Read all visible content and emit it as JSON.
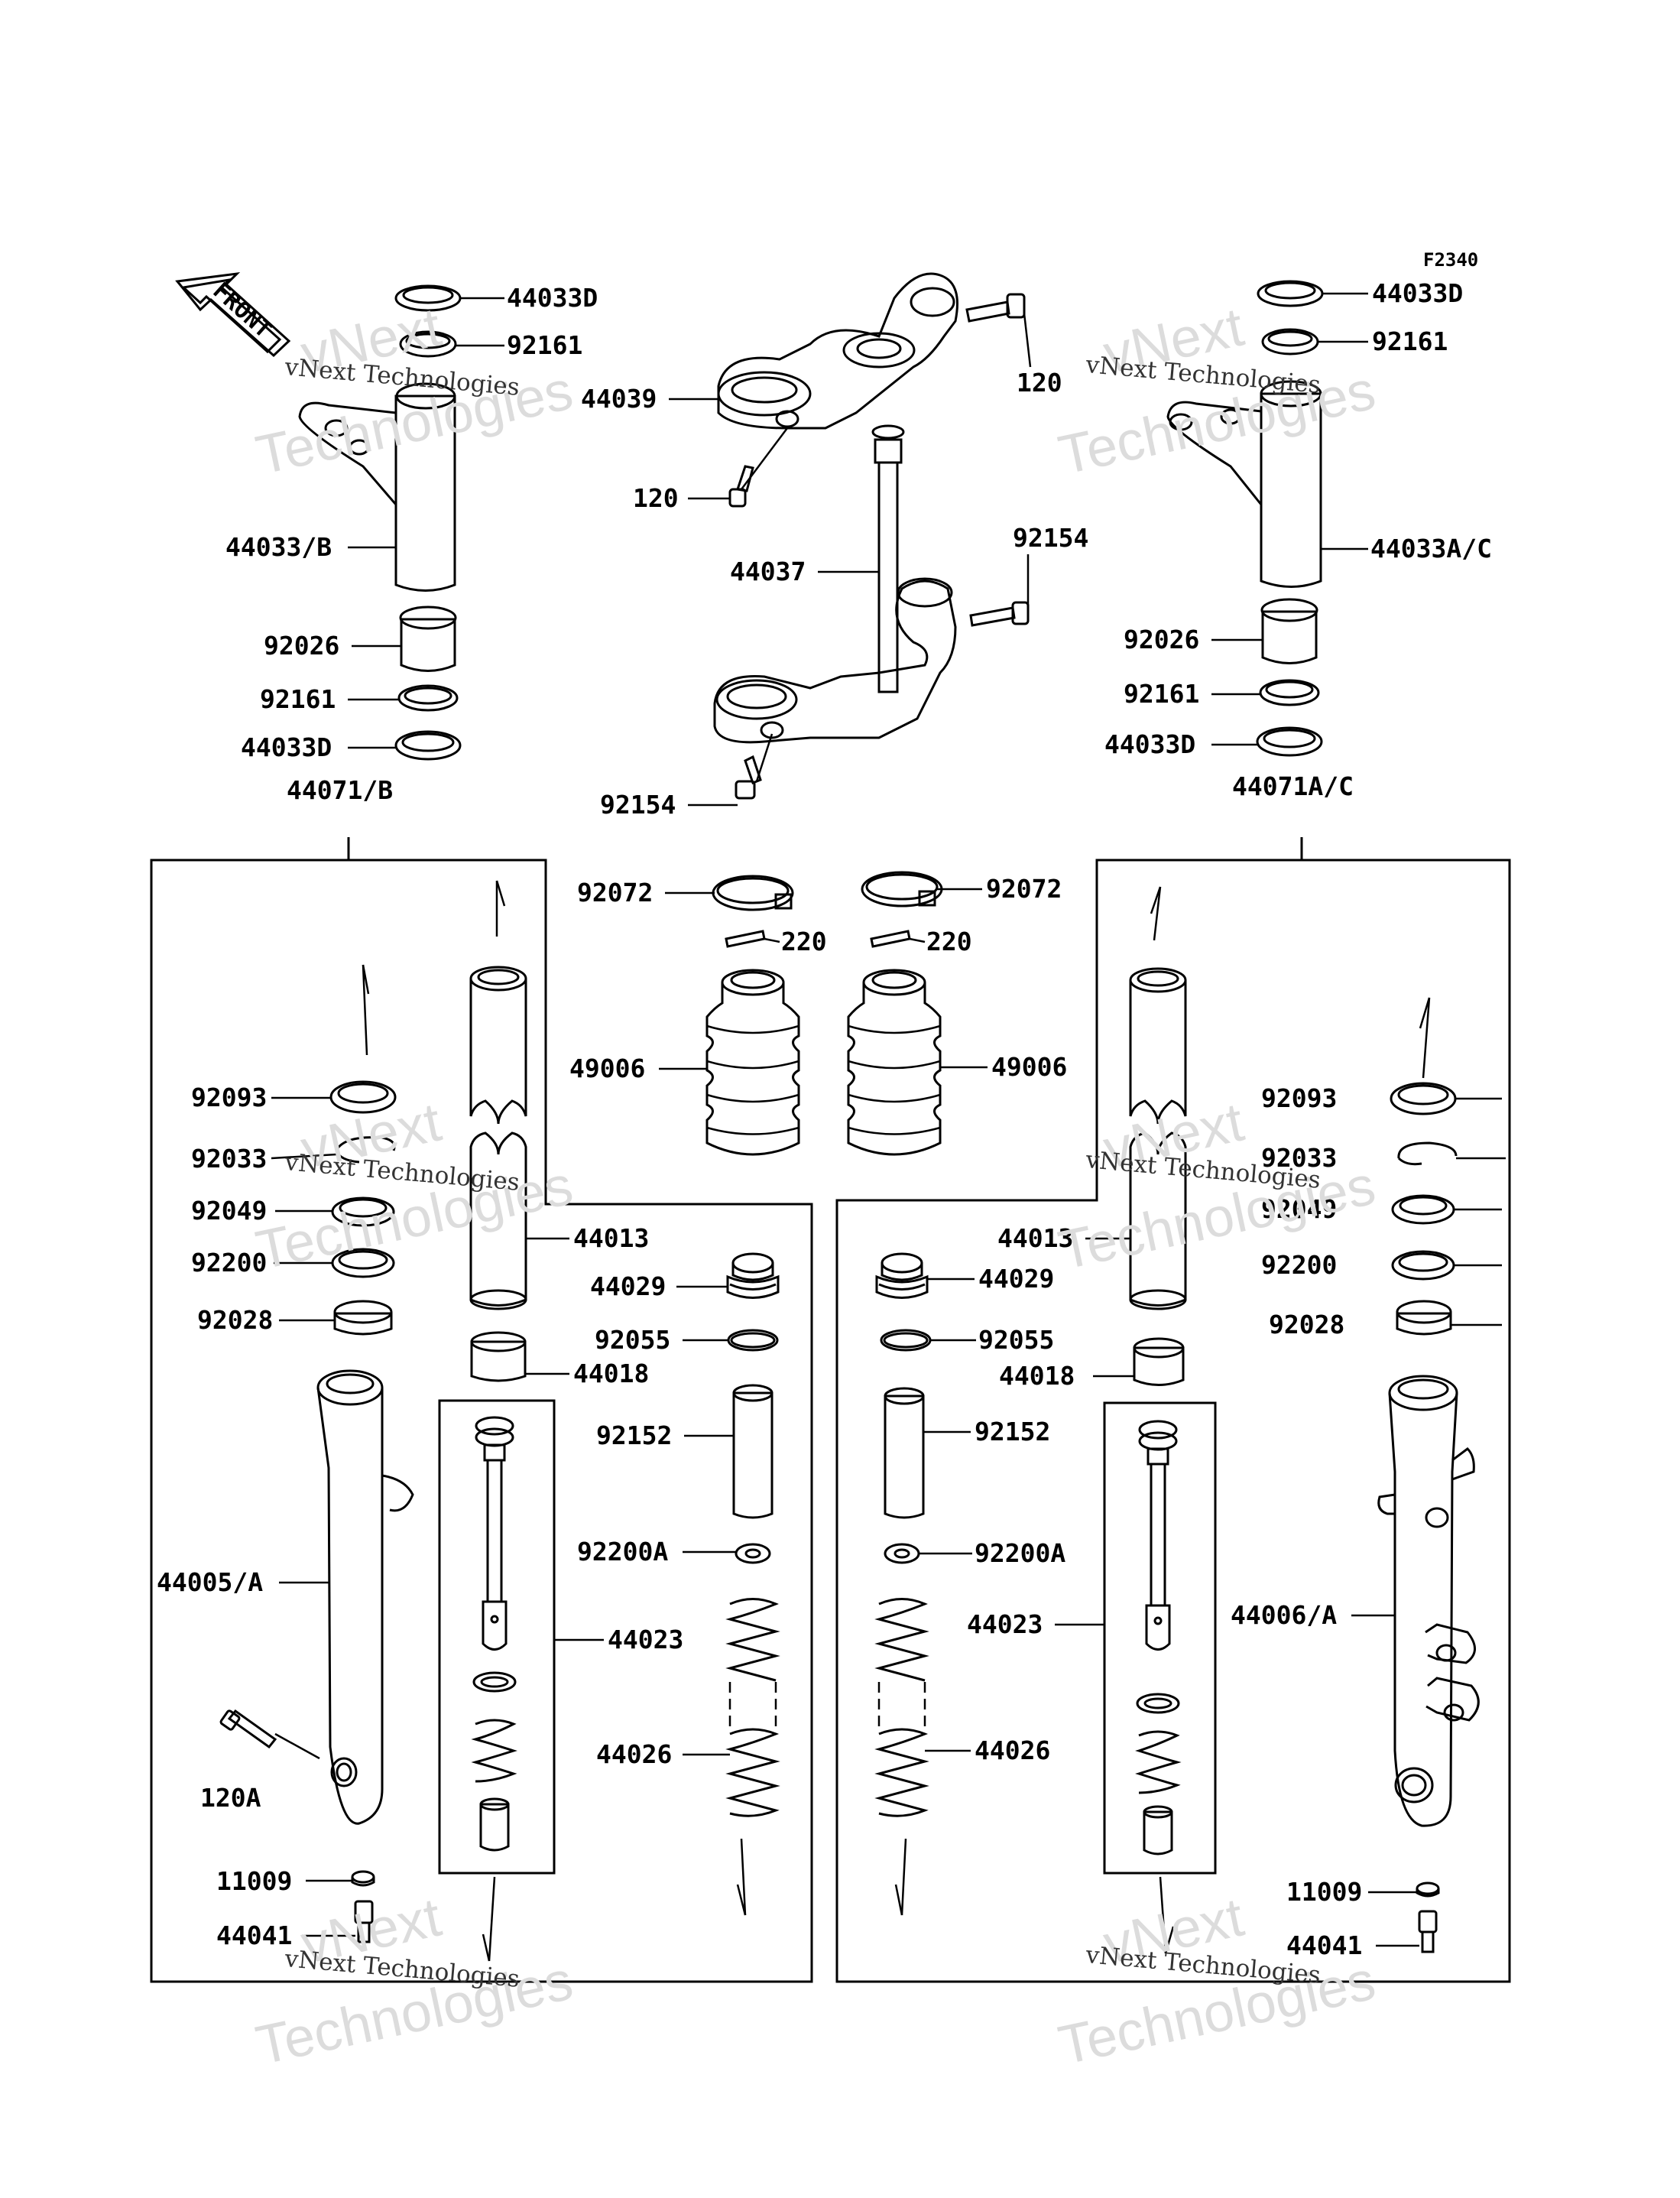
{
  "figure_code": "F2340",
  "front_arrow_text": "FRONT",
  "watermark": {
    "line1": "vNext Technologies",
    "line2": "Technologies",
    "line0": "vNext"
  },
  "labels": {
    "l44033D_a": "44033D",
    "l92161_a": "92161",
    "l44033B": "44033/B",
    "l92026_a": "92026",
    "l92161_b": "92161",
    "l44033D_b": "44033D",
    "l44071B": "44071/B",
    "l44039": "44039",
    "l120_a": "120",
    "l120_b": "120",
    "l44037": "44037",
    "l92154_a": "92154",
    "l92154_b": "92154",
    "l44033D_c": "44033D",
    "l92161_c": "92161",
    "l44033AC": "44033A/C",
    "l92026_b": "92026",
    "l92161_d": "92161",
    "l44033D_d": "44033D",
    "l44071AC": "44071A/C",
    "l92072_a": "92072",
    "l92072_b": "92072",
    "l220_a": "220",
    "l220_b": "220",
    "l49006_a": "49006",
    "l49006_b": "49006",
    "l92093_a": "92093",
    "l92033_a": "92033",
    "l92049_a": "92049",
    "l92200_a": "92200",
    "l92028_a": "92028",
    "l44013_a": "44013",
    "l44018_a": "44018",
    "l44005A": "44005/A",
    "l44023_a": "44023",
    "l120A": "120A",
    "l11009_a": "11009",
    "l44041_a": "44041",
    "l44029_a": "44029",
    "l92055_a": "92055",
    "l92152_a": "92152",
    "l92200A_a": "92200A",
    "l44026_a": "44026",
    "l44029_b": "44029",
    "l92055_b": "92055",
    "l92152_b": "92152",
    "l92200A_b": "92200A",
    "l44026_b": "44026",
    "l44013_b": "44013",
    "l44018_b": "44018",
    "l44023_b": "44023",
    "l92093_b": "92093",
    "l92033_b": "92033",
    "l92049_b": "92049",
    "l92200_b": "92200",
    "l92028_b": "92028",
    "l44006A": "44006/A",
    "l11009_b": "11009",
    "l44041_b": "44041"
  }
}
